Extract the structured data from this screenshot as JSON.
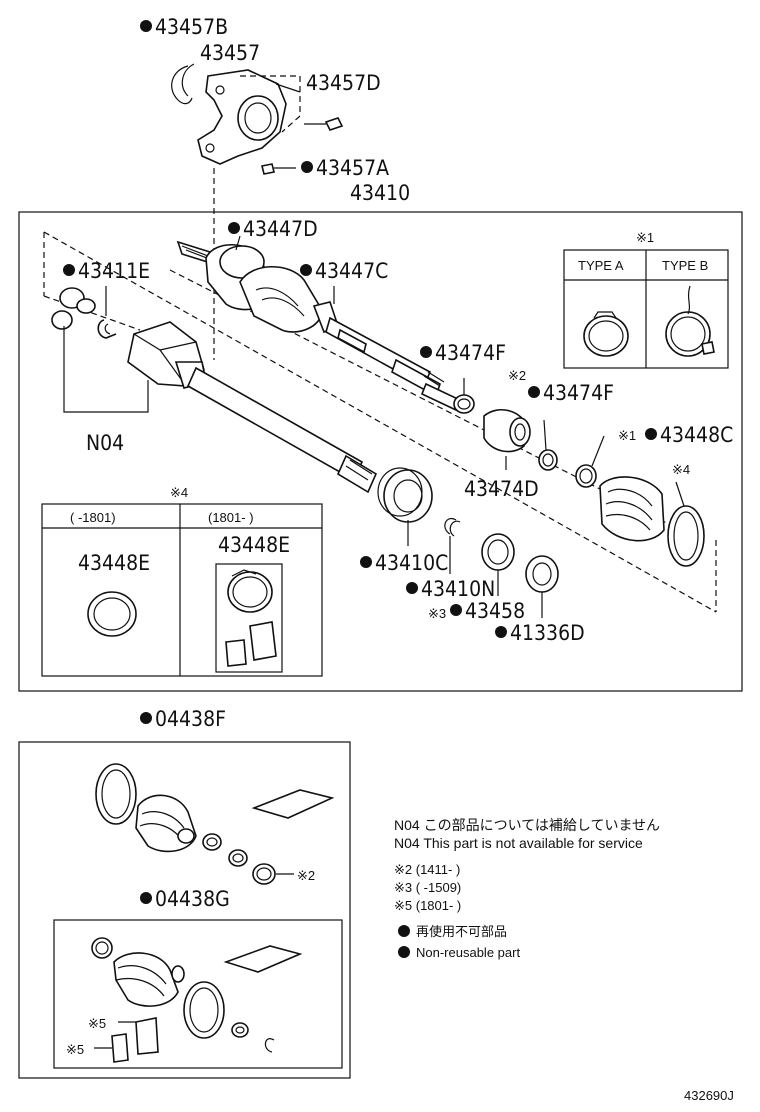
{
  "labels": {
    "p43457B": "43457B",
    "p43457": "43457",
    "p43457D": "43457D",
    "p43457A": "43457A",
    "p43410": "43410",
    "p43447D": "43447D",
    "p43447C": "43447C",
    "p43411E": "43411E",
    "p43474F_a": "43474F",
    "p43474F_b": "43474F",
    "p43474D": "43474D",
    "p43448C": "43448C",
    "pN04": "N04",
    "p43448E_a": "43448E",
    "p43448E_b": "43448E",
    "p43410C": "43410C",
    "p43410N": "43410N",
    "p43458": "43458",
    "p41336D": "41336D",
    "p04438F": "04438F",
    "p04438G": "04438G"
  },
  "refs": {
    "r1": "※1",
    "r2": "※2",
    "r3": "※3",
    "r4": "※4",
    "r5": "※5"
  },
  "type_table": {
    "type_a": "TYPE A",
    "type_b": "TYPE B"
  },
  "date_table": {
    "col1": "(      -1801)",
    "col2": "(1801-      )"
  },
  "notes": {
    "n04_jp": "N04  この部品については補給していません",
    "n04_en": "N04  This part is not available for service",
    "r2_range": "※2 (1411-        )",
    "r3_range": "※3 (        -1509)",
    "r5_range": "※5 (1801-        )",
    "legend_jp": "再使用不可部品",
    "legend_en": "Non-reusable part"
  },
  "footer": {
    "diagram_id": "432690J"
  }
}
